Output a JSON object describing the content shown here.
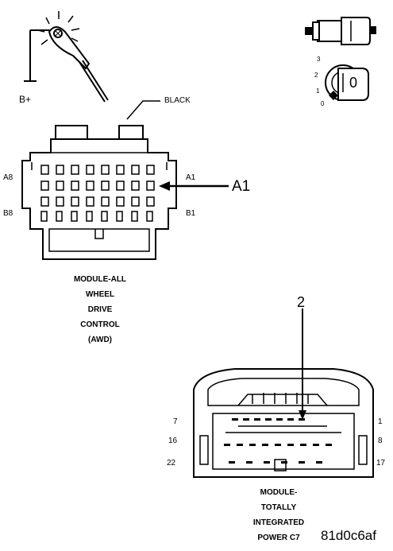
{
  "probe": {
    "label": "B+"
  },
  "wire": {
    "color_label": "BLACK"
  },
  "awd_connector": {
    "pin_labels": {
      "a8": "A8",
      "b8": "B8",
      "a1": "A1",
      "b1": "B1"
    },
    "callout": "A1",
    "caption": [
      "MODULE-ALL",
      "WHEEL",
      "DRIVE",
      "CONTROL",
      "(AWD)"
    ]
  },
  "ignition": {
    "positions": [
      "3",
      "2",
      "1",
      "0"
    ],
    "key_label": "0"
  },
  "tipm_connector": {
    "pin_labels": {
      "p7": "7",
      "p1": "1",
      "p16": "16",
      "p8": "8",
      "p22": "22",
      "p17": "17"
    },
    "callout": "2",
    "caption": [
      "MODULE-",
      "TOTALLY",
      "INTEGRATED",
      "POWER C7"
    ]
  },
  "figure_id": "81d0c6af"
}
